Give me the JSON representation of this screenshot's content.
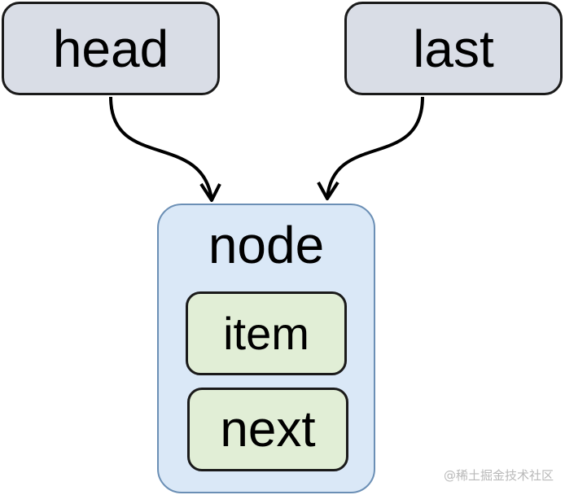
{
  "diagram": {
    "pointers": [
      {
        "id": "head",
        "label": "head"
      },
      {
        "id": "last",
        "label": "last"
      }
    ],
    "node": {
      "label": "node",
      "fields": [
        {
          "id": "item",
          "label": "item"
        },
        {
          "id": "next",
          "label": "next"
        }
      ]
    },
    "edges": [
      {
        "from": "head",
        "to": "node"
      },
      {
        "from": "last",
        "to": "node"
      }
    ]
  },
  "watermark": "@稀土掘金技术社区",
  "colors": {
    "pointer_fill": "#d9dde6",
    "node_fill": "#dae8f7",
    "node_border": "#6b8fb5",
    "field_fill": "#e1eed6",
    "stroke": "#1a1a1a"
  }
}
